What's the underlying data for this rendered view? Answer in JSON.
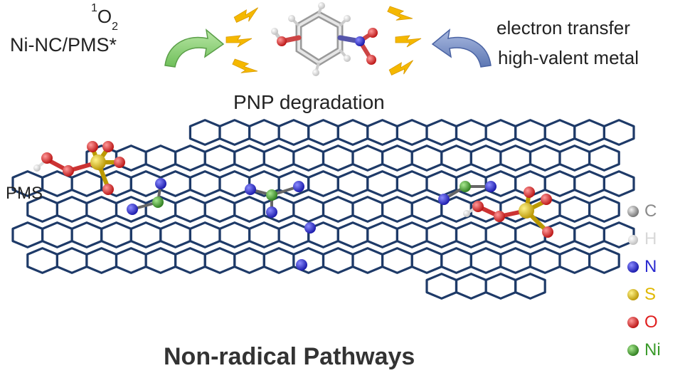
{
  "labels": {
    "singlet_oxygen_prefix": "1",
    "singlet_oxygen_main": "O",
    "singlet_oxygen_sub": "2",
    "catalyst": "Ni-NC/PMS*",
    "right_line1": "electron transfer",
    "right_line2": "high-valent metal",
    "pnp": "PNP degradation",
    "pms": "PMS",
    "title": "Non-radical Pathways"
  },
  "legend": [
    {
      "label": "C",
      "color": "#8a8a8a"
    },
    {
      "label": "H",
      "color": "#d8d8d8"
    },
    {
      "label": "N",
      "color": "#2a2ad0"
    },
    {
      "label": "S",
      "color": "#e0b800"
    },
    {
      "label": "O",
      "color": "#e02020"
    },
    {
      "label": "Ni",
      "color": "#3a9a2a"
    }
  ],
  "colors": {
    "lattice": "#1e3a68",
    "arrow_left": "#8fd17a",
    "arrow_right": "#7f95c9",
    "lightning": "#f5b800"
  }
}
